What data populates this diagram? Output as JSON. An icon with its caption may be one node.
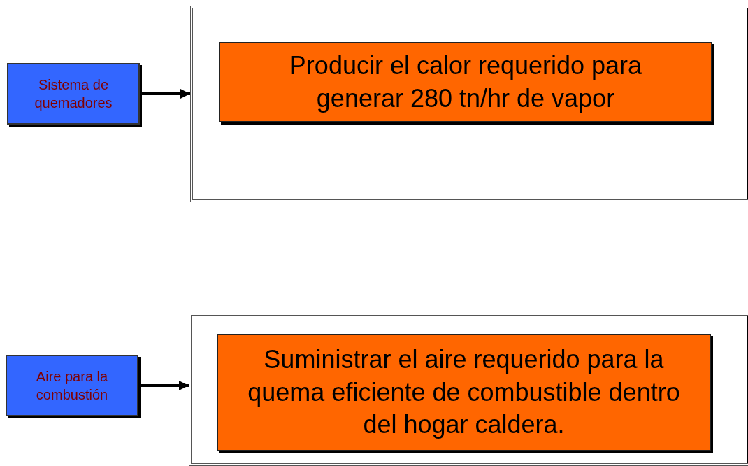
{
  "diagram": {
    "nodes": [
      {
        "text": [
          "Sistema de quemadores"
        ]
      },
      {
        "text": [],
        "shape": "box"
      },
      {
        "text": [
          "Producir el calor requerido para generar 280 tn/hr de vapor"
        ],
        "in": 1
      },
      {
        "text": [
          "Aire para la combustión"
        ]
      },
      {
        "text": [],
        "shape": "box"
      },
      {
        "text": [
          "Suministrar el aire requerido para la quema eficiente de combustible dentro del hogar caldera."
        ],
        "in": 4
      }
    ],
    "edges": [
      {
        "from": 0,
        "to": 1,
        "arrow": "to"
      },
      {
        "from": 3,
        "to": 4,
        "arrow": "to"
      }
    ]
  }
}
